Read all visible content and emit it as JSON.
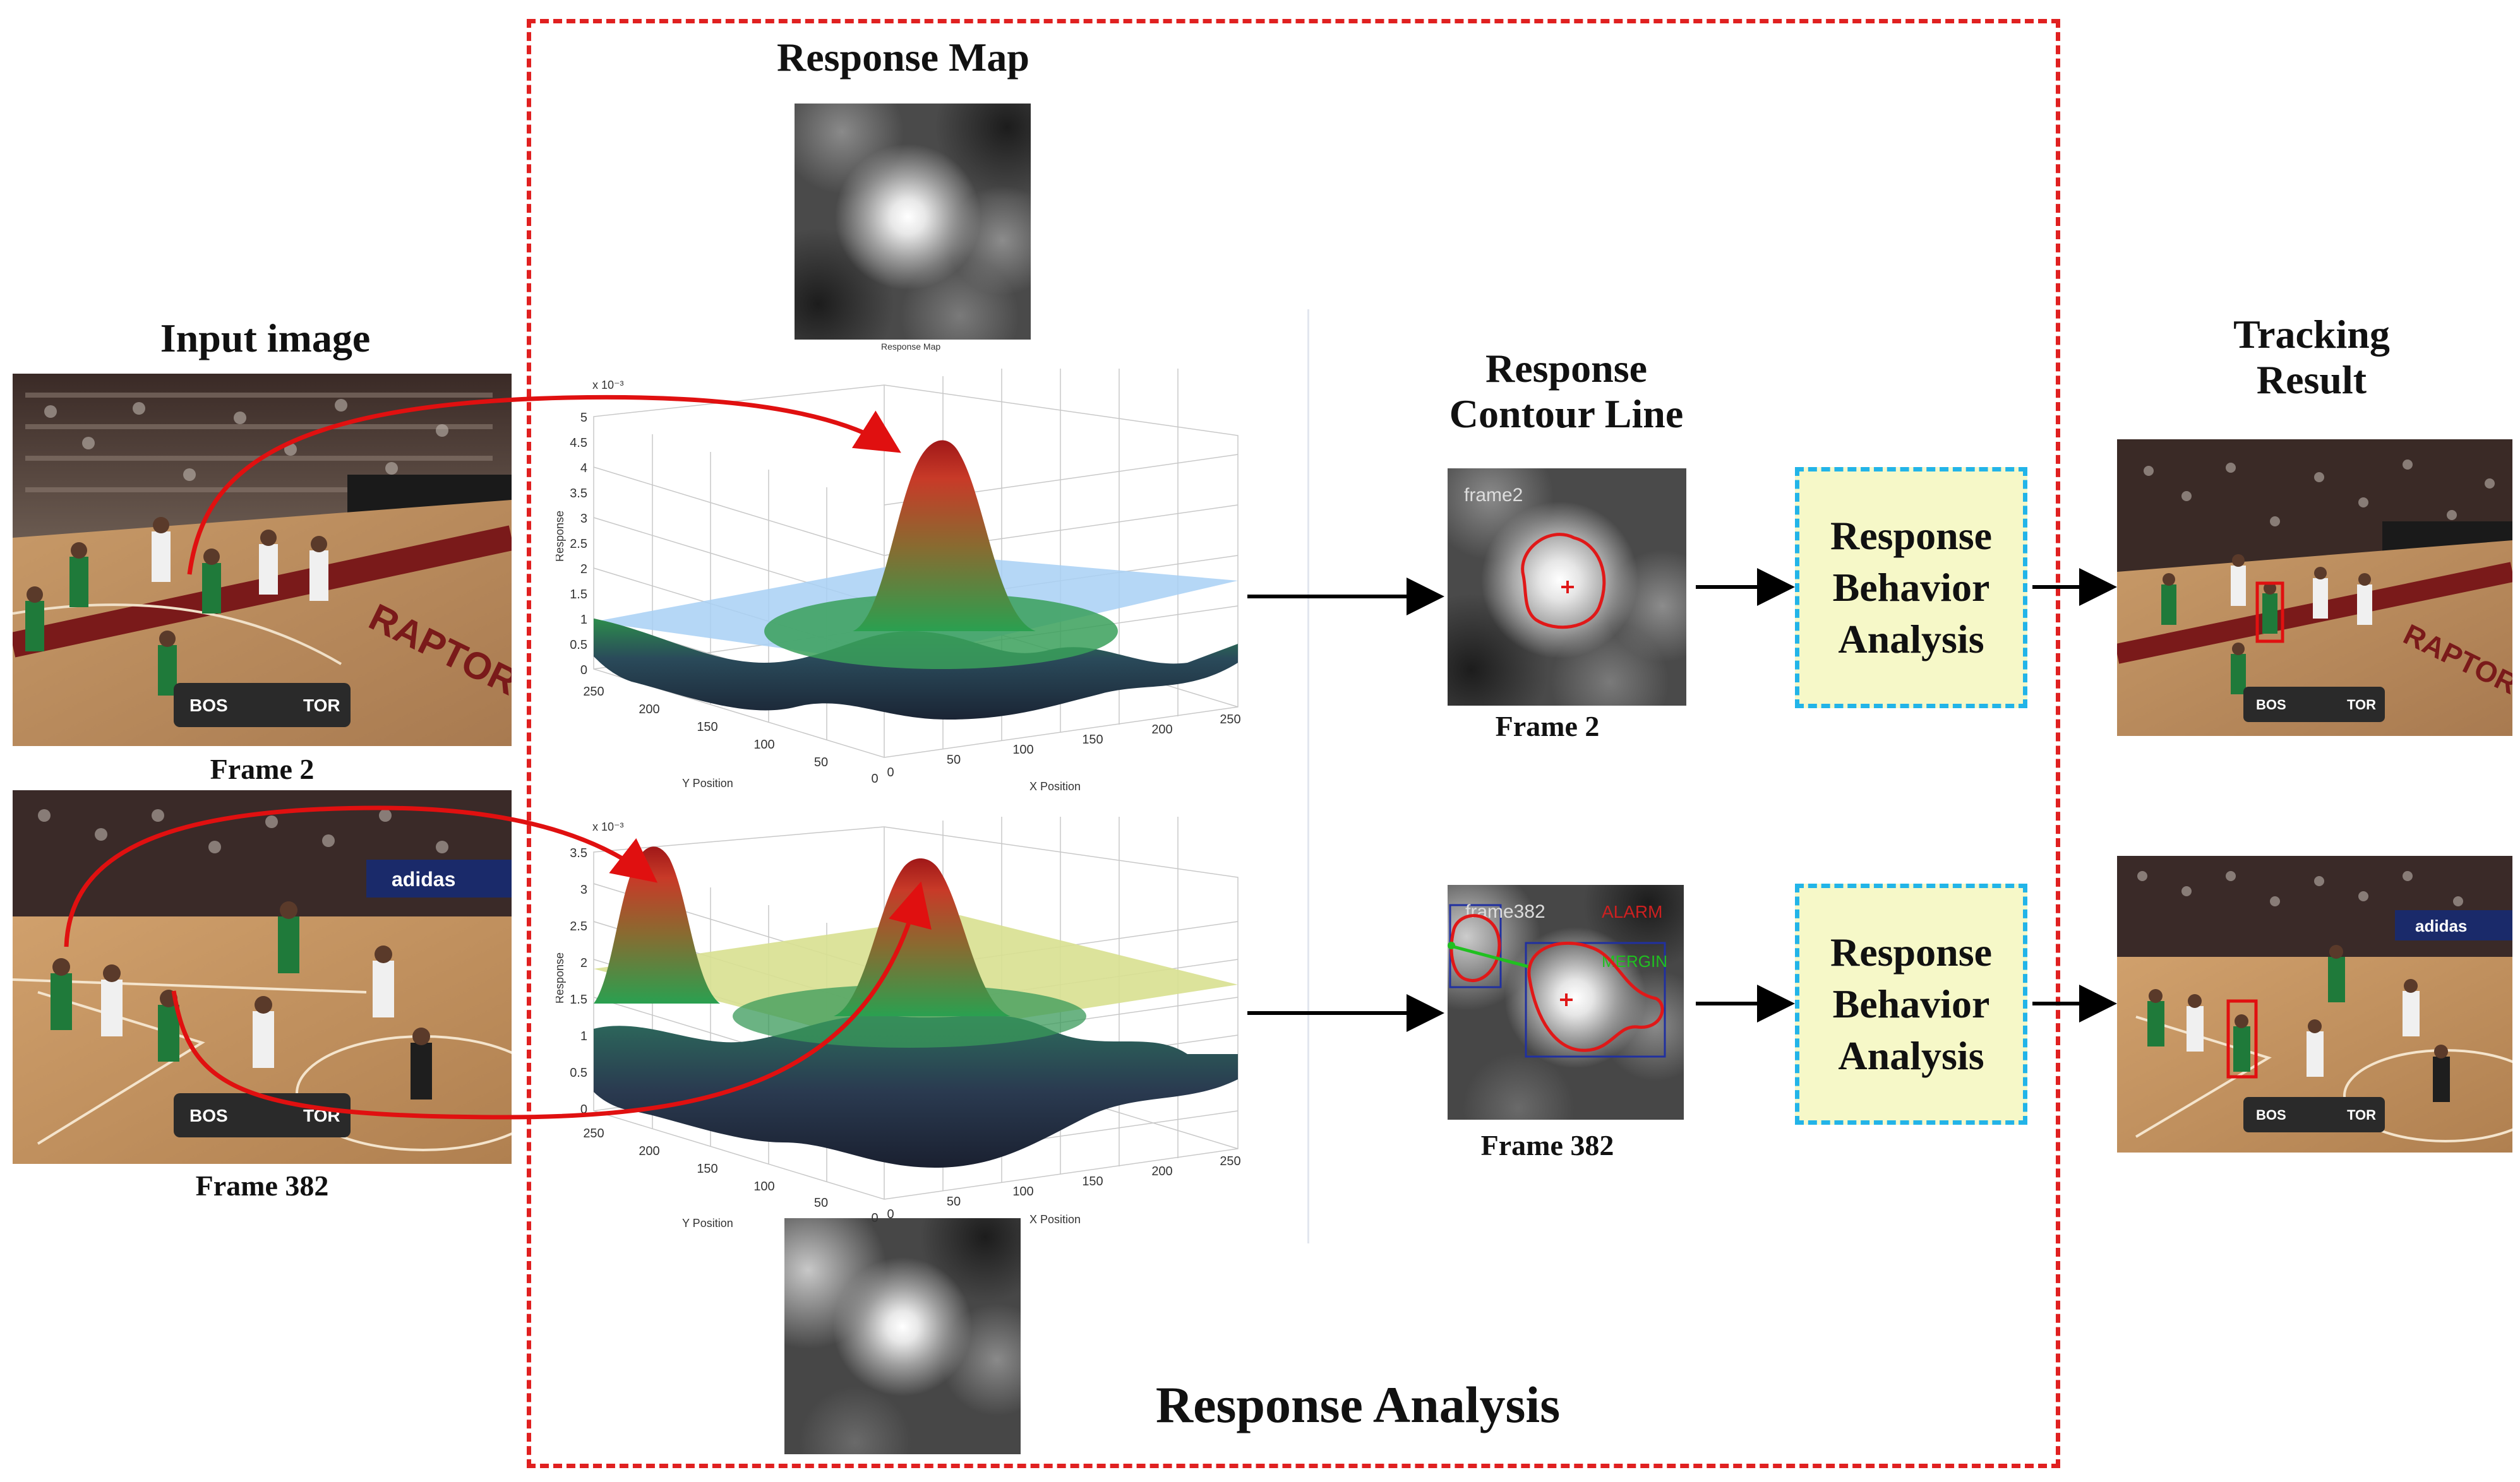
{
  "titles": {
    "response_map": "Response Map",
    "input_image": "Input image",
    "response_contour_line": "Response\nContour Line",
    "tracking_result": "Tracking\nResult",
    "response_analysis": "Response Analysis"
  },
  "frames": {
    "input_top": "Frame 2",
    "input_bottom": "Frame 382",
    "contour_top": "Frame 2",
    "contour_bottom": "Frame 382"
  },
  "rba": {
    "top": "Response\nBehavior\nAnalysis",
    "bottom": "Response\nBehavior\nAnalysis"
  },
  "heatmap_caption": "Response Map",
  "contour_overlays": {
    "top": {
      "frame_label": "frame2"
    },
    "bottom": {
      "frame_label": "frame382",
      "alarm": "ALARM",
      "merging": "MERGIN"
    }
  },
  "plots": {
    "top": {
      "exponent": "x 10⁻³",
      "z_ticks": [
        "5",
        "4.5",
        "4",
        "3.5",
        "3",
        "2.5",
        "2",
        "1.5",
        "1",
        "0.5",
        "0"
      ],
      "zlabel": "Response",
      "y_ticks": [
        "250",
        "200",
        "150",
        "100",
        "50",
        "0"
      ],
      "x_ticks": [
        "0",
        "50",
        "100",
        "150",
        "200",
        "250"
      ],
      "ylabel": "Y Position",
      "xlabel": "X Position"
    },
    "bottom": {
      "exponent": "x 10⁻³",
      "z_ticks": [
        "3.5",
        "3",
        "2.5",
        "2",
        "1.5",
        "1",
        "0.5",
        "0"
      ],
      "zlabel": "Response",
      "y_ticks": [
        "250",
        "200",
        "150",
        "100",
        "50",
        "0"
      ],
      "x_ticks": [
        "0",
        "50",
        "100",
        "150",
        "200",
        "250"
      ],
      "ylabel": "Y Position",
      "xlabel": "X Position"
    }
  },
  "scoreboard": {
    "top": {
      "team_a": "BOS",
      "team_b": "TOR"
    },
    "bottom": {
      "team_a": "BOS",
      "team_b": "TOR"
    }
  },
  "court_text": "RAPTORS",
  "banner_text": "adidas",
  "colors": {
    "dashed_red": "#e02020",
    "dashed_blue": "#22b4e8",
    "rba_fill": "#f6f8c8",
    "arrow_red": "#e01010",
    "arrow_black": "#000000"
  }
}
